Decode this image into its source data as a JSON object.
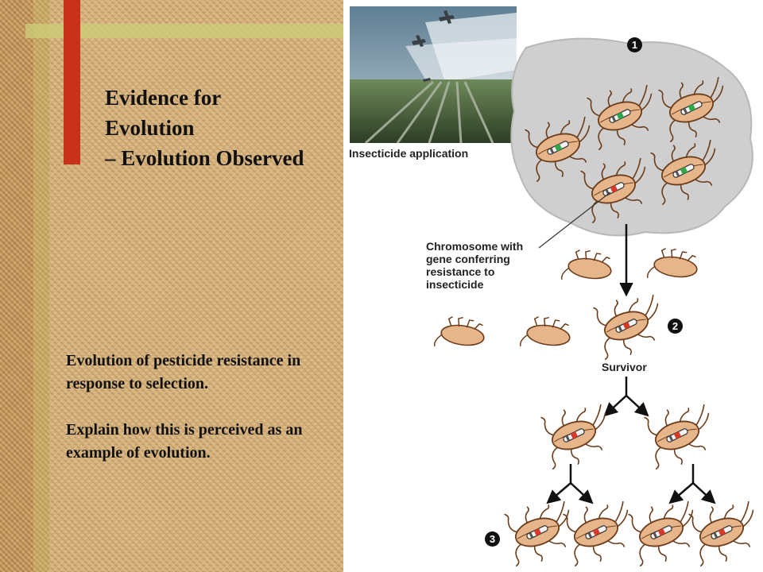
{
  "slide": {
    "title_lines": [
      "Evidence for",
      "Evolution",
      "– Evolution Observed"
    ],
    "body": [
      "Evolution of pesticide resistance in response to selection.",
      "Explain how this is perceived as an example of evolution."
    ]
  },
  "figure": {
    "caption": "Insecticide application",
    "chromosome_label_lines": [
      "Chromosome with",
      "gene conferring",
      "resistance to",
      "insecticide"
    ],
    "survivor_label": "Survivor",
    "step_numbers": [
      "1",
      "2",
      "3"
    ],
    "icons": [
      "crop-duster-photo",
      "insect-icon",
      "chromosome-icon",
      "arrow-down-icon",
      "branching-arrow-icon"
    ]
  },
  "colors": {
    "burlap": "#d7b37e",
    "accent_red": "#c8321a",
    "stripe": "#cdcd78",
    "insect_body": "#e7b58a",
    "insect_outline": "#6b3d1c",
    "susceptible_gene": "#2fa84a",
    "resistant_gene": "#d63a2a",
    "cloud": "#cfcfcf"
  }
}
